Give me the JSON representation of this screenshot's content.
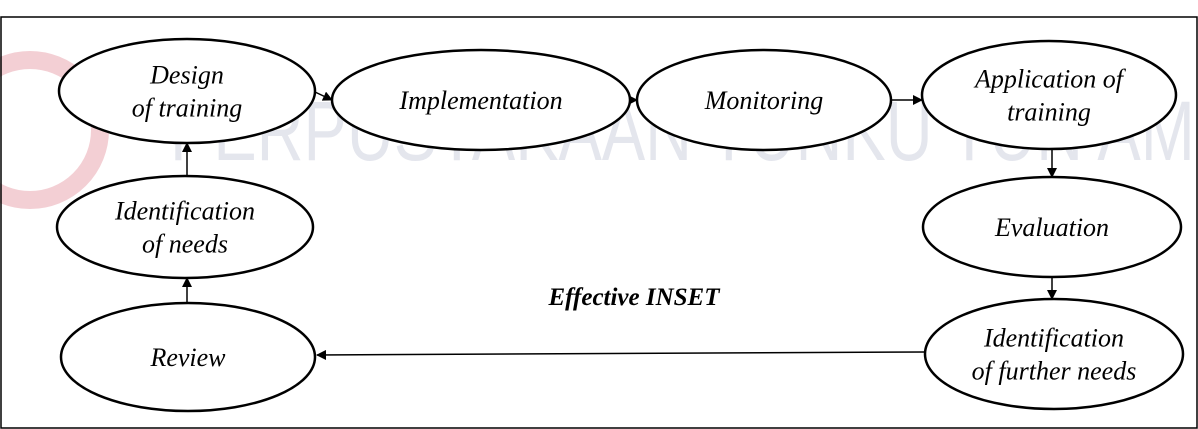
{
  "diagram": {
    "center_label": "Effective INSET",
    "nodes": [
      {
        "id": "design",
        "lines": [
          "Design",
          "of training"
        ]
      },
      {
        "id": "implementation",
        "lines": [
          "Implementation"
        ]
      },
      {
        "id": "monitoring",
        "lines": [
          "Monitoring"
        ]
      },
      {
        "id": "application",
        "lines": [
          "Application of",
          "training"
        ]
      },
      {
        "id": "evaluation",
        "lines": [
          "Evaluation"
        ]
      },
      {
        "id": "further-needs",
        "lines": [
          "Identification",
          "of further needs"
        ]
      },
      {
        "id": "review",
        "lines": [
          "Review"
        ]
      },
      {
        "id": "needs",
        "lines": [
          "Identification",
          "of needs"
        ]
      }
    ],
    "edges": [
      {
        "from": "design",
        "to": "implementation"
      },
      {
        "from": "implementation",
        "to": "monitoring"
      },
      {
        "from": "monitoring",
        "to": "application"
      },
      {
        "from": "application",
        "to": "evaluation"
      },
      {
        "from": "evaluation",
        "to": "further-needs"
      },
      {
        "from": "further-needs",
        "to": "review"
      },
      {
        "from": "review",
        "to": "needs"
      },
      {
        "from": "needs",
        "to": "design"
      }
    ]
  },
  "watermark": {
    "text": "PERPUSTAKAAN TUNKU TUN AMINAH",
    "color": "#c7c9d8"
  }
}
